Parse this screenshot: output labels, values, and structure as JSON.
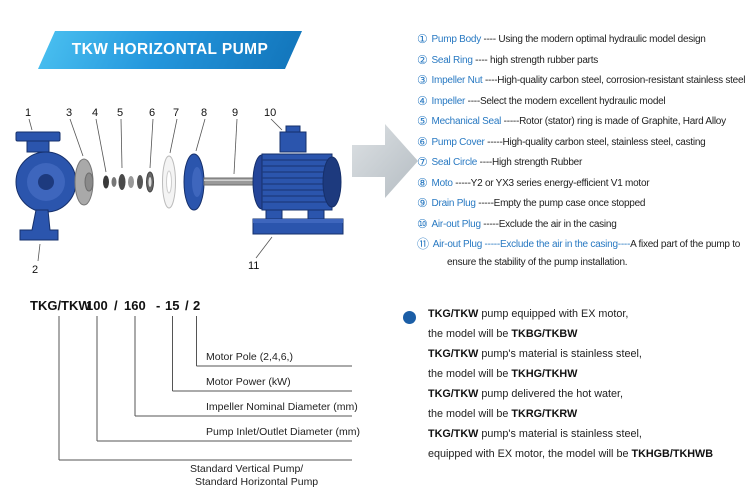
{
  "banner": {
    "title": "TKW HORIZONTAL PUMP"
  },
  "diagram": {
    "top_numbers": [
      "1",
      "3",
      "4",
      "5",
      "6",
      "7",
      "8",
      "9",
      "10"
    ],
    "bottom_left_number": "2",
    "bottom_right_number": "11"
  },
  "parts_list": {
    "items": [
      {
        "num": "①",
        "name": "Pump Body",
        "desc": " ---- Using the modern optimal hydraulic model design"
      },
      {
        "num": "②",
        "name": "Seal Ring",
        "desc": " ---- high strength rubber parts"
      },
      {
        "num": "③",
        "name": "Impeller Nut",
        "desc": " ----High-quality carbon steel, corrosion-resistant stainless steel"
      },
      {
        "num": "④",
        "name": "Impeller",
        "desc": " ----Select the modern excellent hydraulic model"
      },
      {
        "num": "⑤",
        "name": "Mechanical Seal",
        "desc": " -----Rotor (stator) ring is made of Graphite, Hard Alloy"
      },
      {
        "num": "⑥",
        "name": "Pump Cover",
        "desc": " -----High-quality carbon steel, stainless steel, casting"
      },
      {
        "num": "⑦",
        "name": "Seal Circle",
        "desc": " ----High strength Rubber"
      },
      {
        "num": "⑧",
        "name": "Moto",
        "desc": " -----Y2 or YX3 series energy-efficient V1 motor"
      },
      {
        "num": "⑨",
        "name": "Drain Plug",
        "desc": " -----Empty the pump case once stopped"
      },
      {
        "num": "⑩",
        "name": "Air-out Plug",
        "desc": " -----Exclude the air in the casing"
      },
      {
        "num": "⑪",
        "name": "Air-out Plug",
        "desc_blue": " -----Exclude the air in the casing----",
        "desc": "A fixed part of the pump to",
        "desc2": "ensure the stability of the pump installation."
      }
    ]
  },
  "model_code": {
    "segments": [
      "TKG/TKW",
      "100",
      "/",
      "160",
      "-",
      "15",
      "/",
      "2"
    ],
    "labels": [
      "Motor Pole (2,4,6,)",
      "Motor Power  (kW)",
      "Impeller Nominal Diameter (mm)",
      "Pump Inlet/Outlet Diameter (mm)"
    ],
    "bottom_label_line1": "Standard Vertical Pump/",
    "bottom_label_line2": "Standard  Horizontal Pump"
  },
  "notes": {
    "lines": [
      {
        "pre": "",
        "bold": "TKG/TKW",
        "post": " pump equipped with EX motor,"
      },
      {
        "pre": "the model will be ",
        "bold": "TKBG/TKBW",
        "post": ""
      },
      {
        "pre": "",
        "bold": "TKG/TKW",
        "post": " pump's material is stainless steel,"
      },
      {
        "pre": "the model will be ",
        "bold": "TKHG/TKHW",
        "post": ""
      },
      {
        "pre": "",
        "bold": "TKG/TKW",
        "post": " pump delivered the hot water,"
      },
      {
        "pre": "the model will be ",
        "bold": "TKRG/TKRW",
        "post": ""
      },
      {
        "pre": "",
        "bold": "TKG/TKW",
        "post": " pump's material is stainless steel,"
      },
      {
        "pre": "equipped with EX motor, the model will be ",
        "bold": "TKHGB/TKHWB",
        "post": ""
      }
    ]
  },
  "colors": {
    "banner_blue_light": "#4cc2f1",
    "banner_blue_dark": "#1173b9",
    "list_blue": "#2879c2",
    "pump_blue": "#2b55ad",
    "arrow_gray": "#c3c9ce",
    "bullet_blue": "#1b5ea6"
  }
}
